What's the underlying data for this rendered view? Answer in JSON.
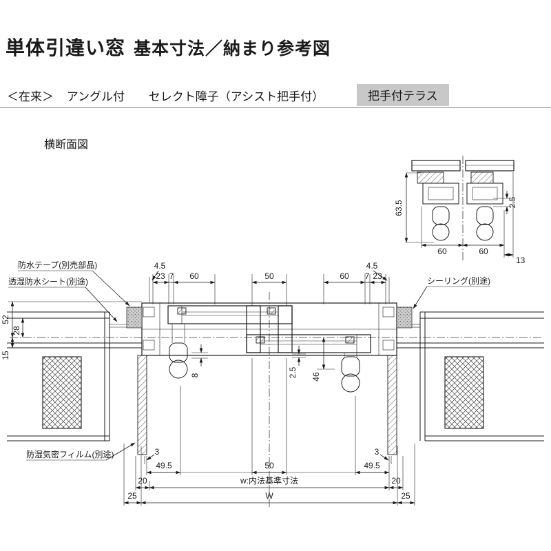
{
  "header": {
    "title_main": "単体引違い窓",
    "title_sub": "基本寸法／納まり参考図",
    "spec_variant": "＜在来＞",
    "spec_option1": "アングル付",
    "spec_option2": "セレクト障子（アシスト把手付）",
    "spec_badge": "把手付テラス"
  },
  "section": {
    "label": "横断面図"
  },
  "annotations": {
    "waterproof_tape": "防水テープ(別売部品)",
    "breathable_sheet": "透湿防水シート(別途)",
    "sealing": "シーリング(別途)",
    "moisture_barrier_film": "防湿気密フィルム(別途)"
  },
  "dimensions": {
    "detail_63_5": "63.5",
    "detail_2_5": "2.5",
    "detail_60_left": "60",
    "detail_60_right": "60",
    "detail_13": "13",
    "top_4_5_left": "4.5",
    "top_23_left": "23",
    "top_7_left": "7",
    "top_60_left": "60",
    "top_50": "50",
    "top_60_right": "60",
    "top_7_right": "7",
    "top_23_right": "23",
    "top_4_5_right": "4.5",
    "left_52": "52",
    "left_28": "28",
    "left_15": "15",
    "mid_8": "8",
    "mid_2_5": "2.5",
    "mid_46": "46",
    "bottom_3_left": "3",
    "bottom_49_5_left": "49.5",
    "bottom_50": "50",
    "bottom_49_5_right": "49.5",
    "bottom_3_right": "3",
    "bottom_20_left": "20",
    "bottom_w_label": "w:内法基準寸法",
    "bottom_20_right": "20",
    "bottom_25_left": "25",
    "bottom_W": "W",
    "bottom_25_right": "25"
  },
  "colors": {
    "line": "#1a1a1a",
    "badge_bg": "#c8c8c8",
    "divider": "#8a8a8a",
    "stipple_fill": "#cdcdcd"
  }
}
